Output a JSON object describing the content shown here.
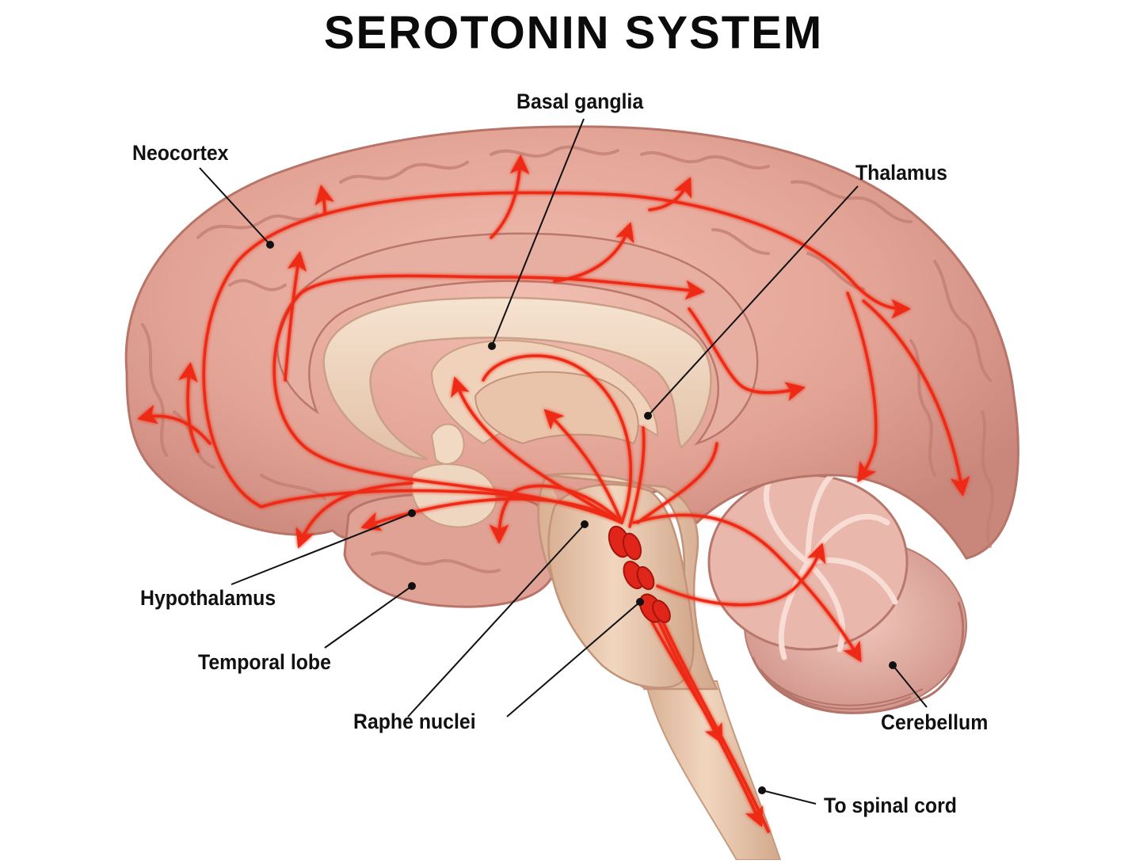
{
  "title": "SEROTONIN SYSTEM",
  "labels": {
    "basal_ganglia": "Basal ganglia",
    "neocortex": "Neocortex",
    "thalamus": "Thalamus",
    "hypothalamus": "Hypothalamus",
    "temporal_lobe": "Temporal lobe",
    "raphe_nuclei": "Raphe nuclei",
    "cerebellum": "Cerebellum",
    "to_spinal_cord": "To spinal cord"
  },
  "colors": {
    "cortex": "#e3a89b",
    "cortex_dark": "#c47e72",
    "inner_tissue": "#efd3bd",
    "brainstem": "#e6c2a6",
    "cerebellum": "#d79a8f",
    "pathway": "#ee2a12",
    "raphe": "#e0261a",
    "leader_line": "#111111"
  }
}
